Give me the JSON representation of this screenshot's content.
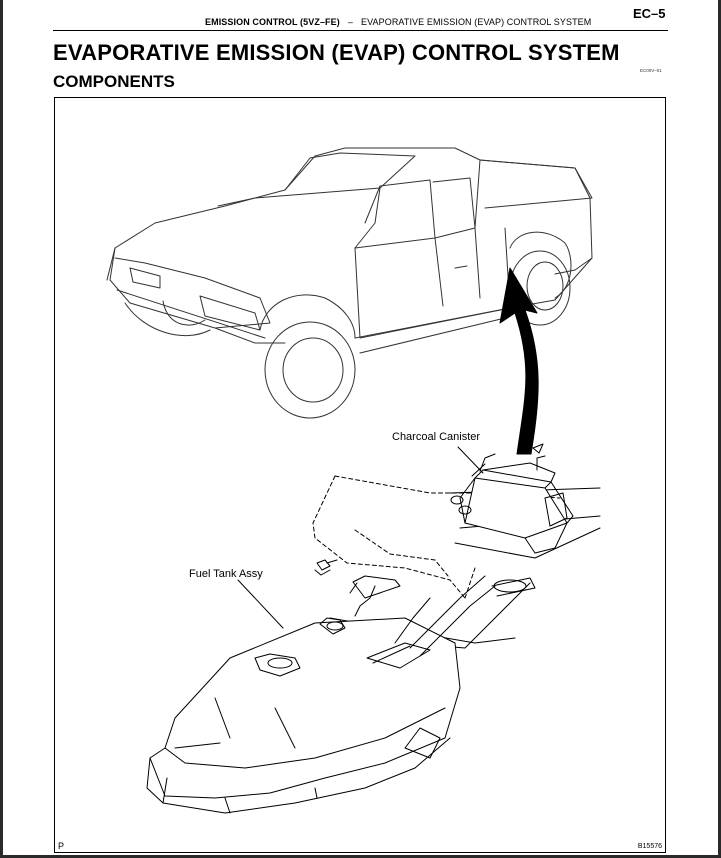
{
  "header": {
    "section": "EMISSION CONTROL (5VZ–FE)",
    "separator": "–",
    "subsection": "EVAPORATIVE EMISSION (EVAP) CONTROL SYSTEM",
    "page_number": "EC–5"
  },
  "title": "EVAPORATIVE EMISSION (EVAP) CONTROL SYSTEM",
  "subtitle": "COMPONENTS",
  "doc_code": "EC00V–01",
  "figure": {
    "labels": {
      "canister": "Charcoal Canister",
      "fuel_tank": "Fuel Tank Assy"
    },
    "corner_letter": "P",
    "figure_code": "B15576"
  }
}
